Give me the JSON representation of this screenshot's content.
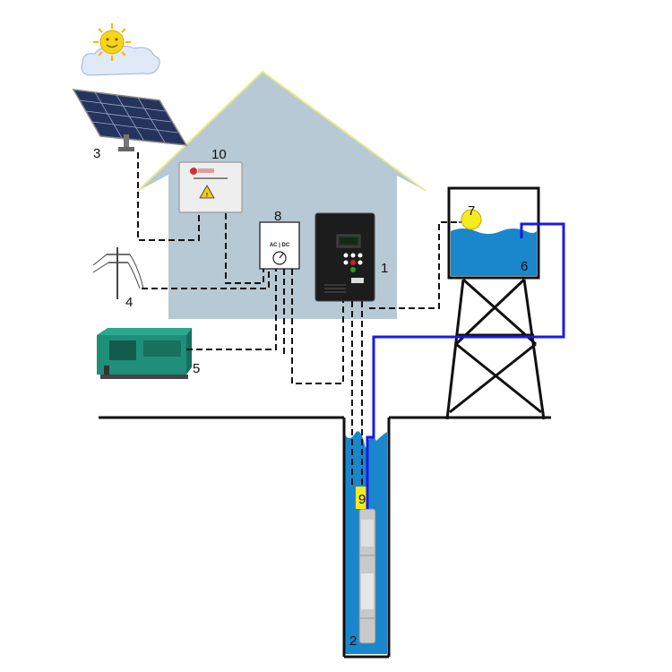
{
  "labels": {
    "inverter": "1",
    "pump": "2",
    "solar_panel": "3",
    "grid": "4",
    "generator": "5",
    "water_tank": "6",
    "float_switch": "7",
    "ac_dc_switch": "8",
    "probe": "9",
    "combiner_box": "10"
  },
  "switch_text": "AC | DC",
  "colors": {
    "house": "#b7c9d4",
    "house_edge": "#e9e98a",
    "water": "#1a86cc",
    "pipe": "#1a1ae6",
    "sensor": "#f4ec1c",
    "sun": "#f5d51a",
    "generator": "#1f8f7a"
  }
}
